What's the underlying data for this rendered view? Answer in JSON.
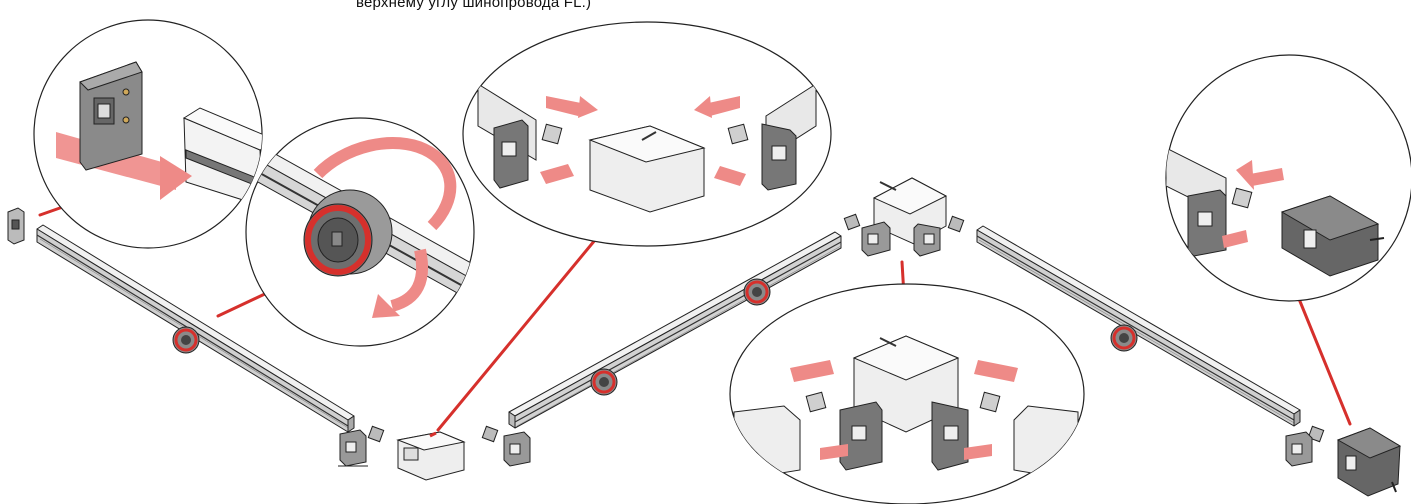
{
  "caption": "верхнему углу шинопровода FL.)",
  "colors": {
    "accent": "#d6302c",
    "arrow": "#ee8a87",
    "track_fill": "#eeeeee",
    "track_shade": "#9a9a9a",
    "part_dark": "#777777",
    "outline": "#222222"
  },
  "icons": {
    "detail_1": "end-cap-mounting-detail",
    "detail_2": "adapter-rotation-detail",
    "detail_3": "corner-connector-assembly-detail",
    "detail_4": "corner-connector-assembly-detail",
    "detail_5": "end-feed-assembly-detail"
  }
}
